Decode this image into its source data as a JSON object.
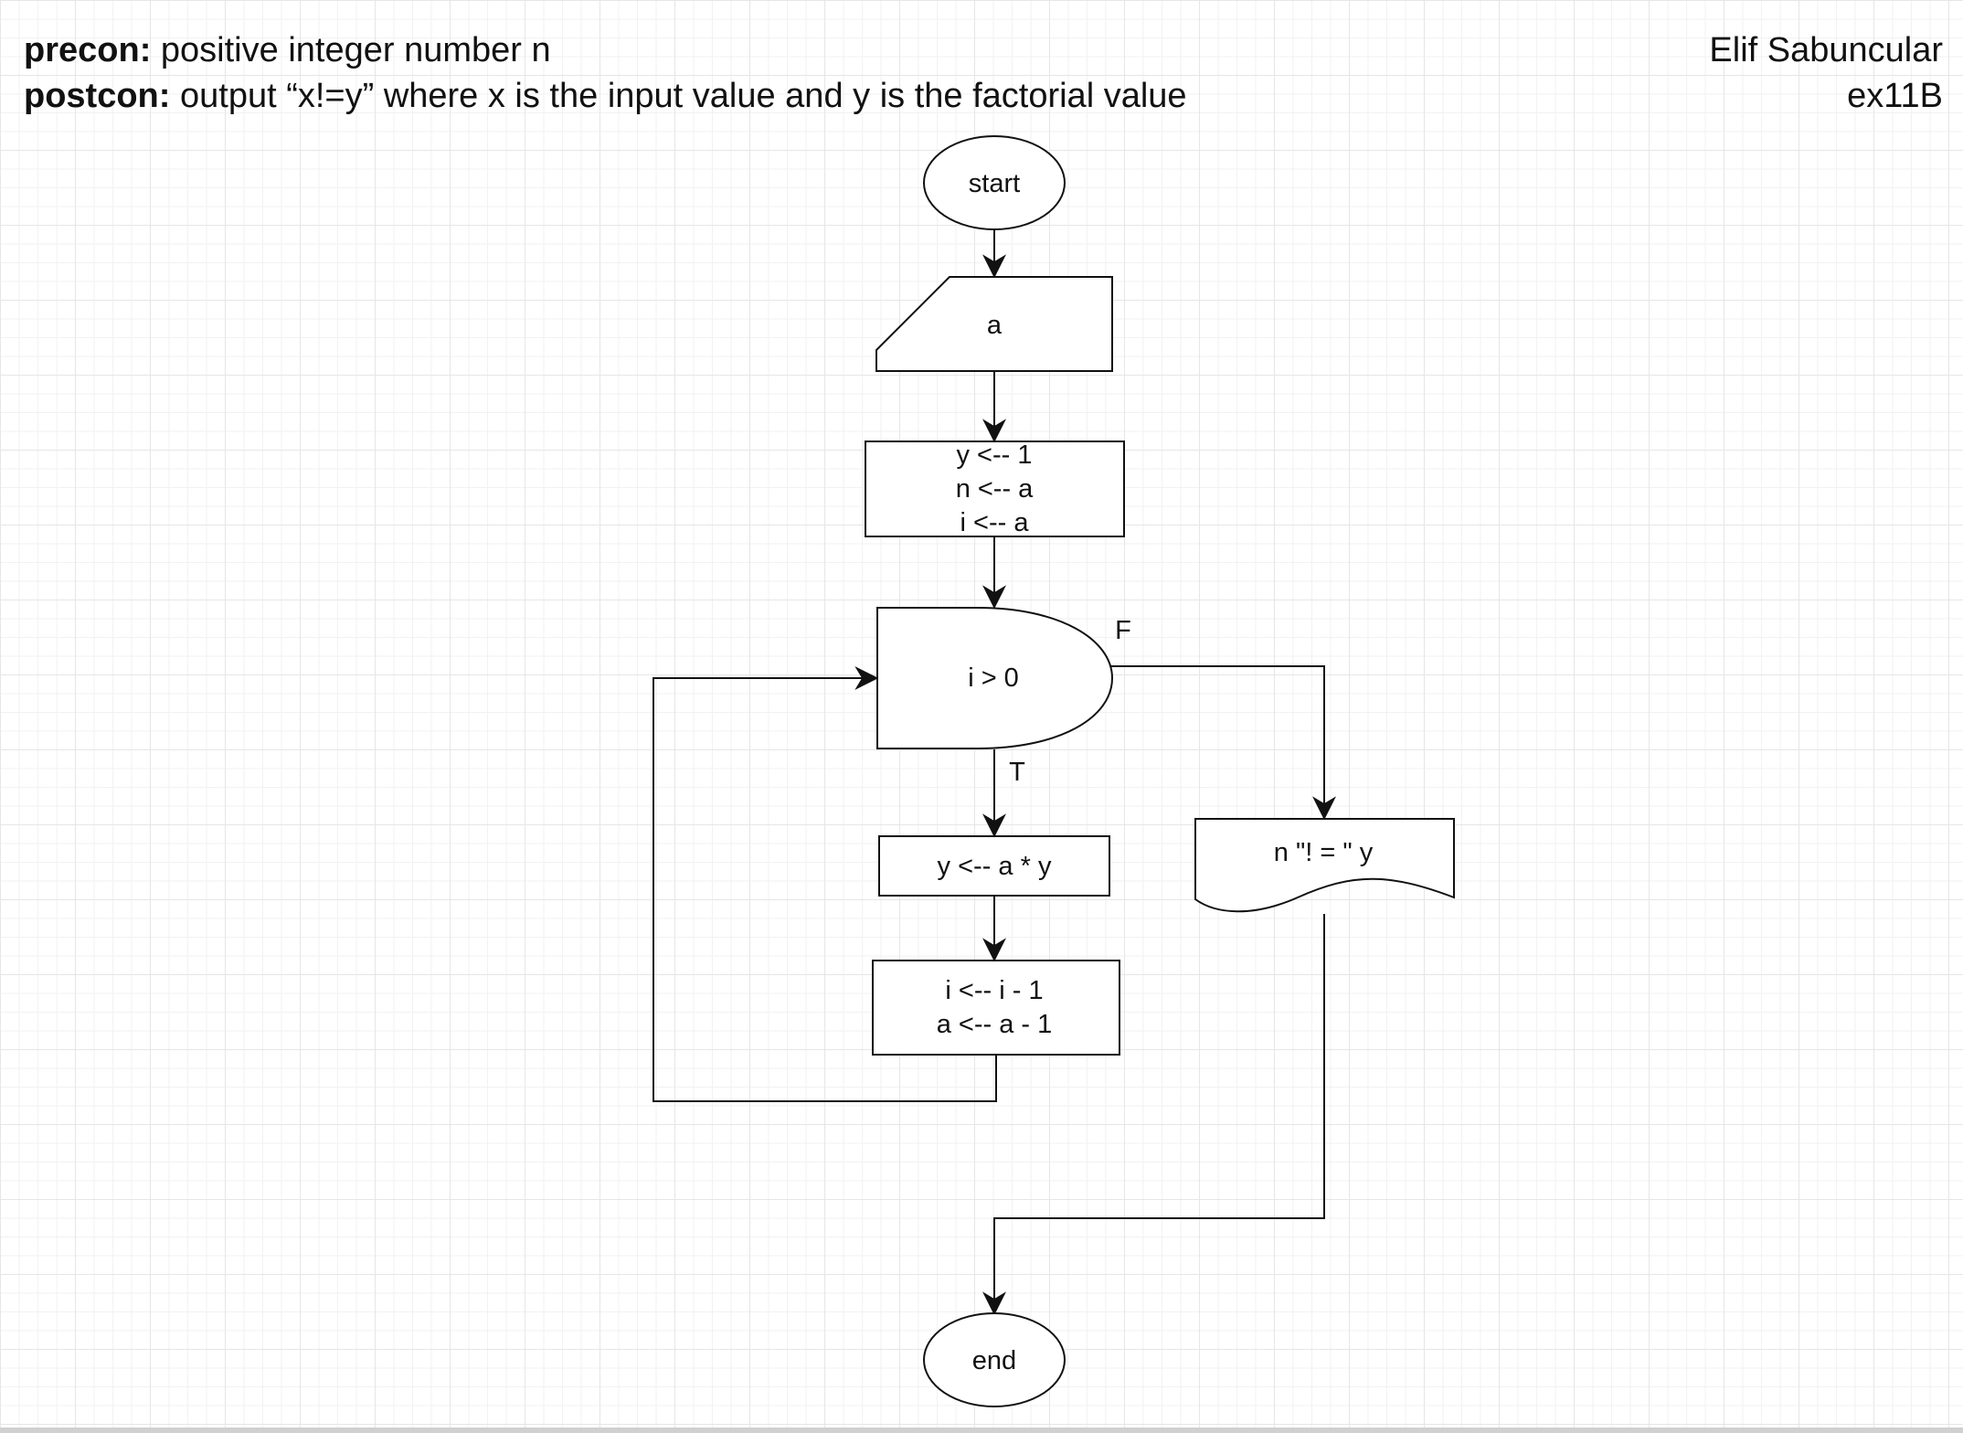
{
  "header": {
    "precon_label": "precon:",
    "precon_text": " positive integer number n",
    "postcon_label": "postcon:",
    "postcon_text": " output “x!=y” where x is the input value and y is the factorial value",
    "author": "Elif Sabuncular",
    "exercise": "ex11B"
  },
  "flowchart": {
    "start": "start",
    "input": "a",
    "init_lines": [
      "y <-- 1",
      "n <-- a",
      "i <-- a"
    ],
    "decision": "i > 0",
    "true_label": "T",
    "false_label": "F",
    "multiply": "y <-- a * y",
    "decrement_lines": [
      "i <-- i - 1",
      "a <-- a - 1"
    ],
    "output": "n \"! = \" y",
    "end": "end"
  }
}
